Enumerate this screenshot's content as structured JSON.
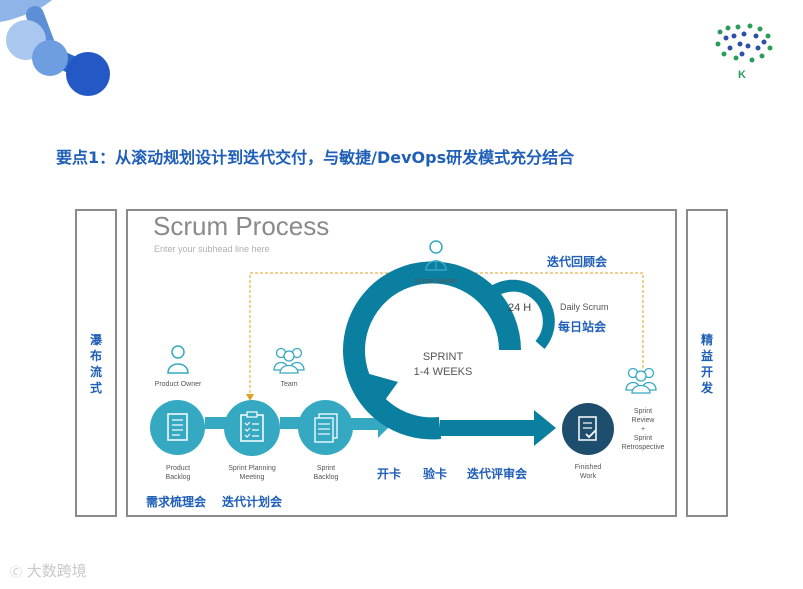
{
  "headline": "要点1：从滚动规划设计到迭代交付，与敏捷/DevOps研发模式充分结合",
  "left_panel": {
    "chars": [
      "瀑",
      "布",
      "流",
      "式"
    ]
  },
  "right_panel": {
    "chars": [
      "精",
      "益",
      "开",
      "发"
    ]
  },
  "scrum": {
    "title": "Scrum Process",
    "subhead": "Enter your subhead line here",
    "scrum_master": "Scrum Master",
    "product_owner": "Product Owner",
    "team": "Team",
    "product_backlog": [
      "Product",
      "Backlog"
    ],
    "sprint_planning": [
      "Sprint Planning",
      "Meeting"
    ],
    "sprint_backlog": [
      "Sprint",
      "Backlog"
    ],
    "sprint": [
      "SPRINT",
      "1-4 WEEKS"
    ],
    "hours": "24 H",
    "daily_scrum": "Daily Scrum",
    "finished_work": [
      "Finished",
      "Work"
    ],
    "review": [
      "Sprint",
      "Review",
      "+",
      "Sprint",
      "Retrospective"
    ]
  },
  "cn_labels": {
    "retro": "迭代回顾会",
    "daily": "每日站会",
    "grooming": "需求梳理会",
    "planning": "迭代计划会",
    "start": "开卡",
    "check": "验卡",
    "review": "迭代评审会"
  },
  "watermark": "大数跨境",
  "colors": {
    "accent": "#1f5fb8",
    "teal": "#36a9c2",
    "dark_teal": "#0b7fa0",
    "navy": "#1d4e6e",
    "dashed": "#e0a020"
  }
}
